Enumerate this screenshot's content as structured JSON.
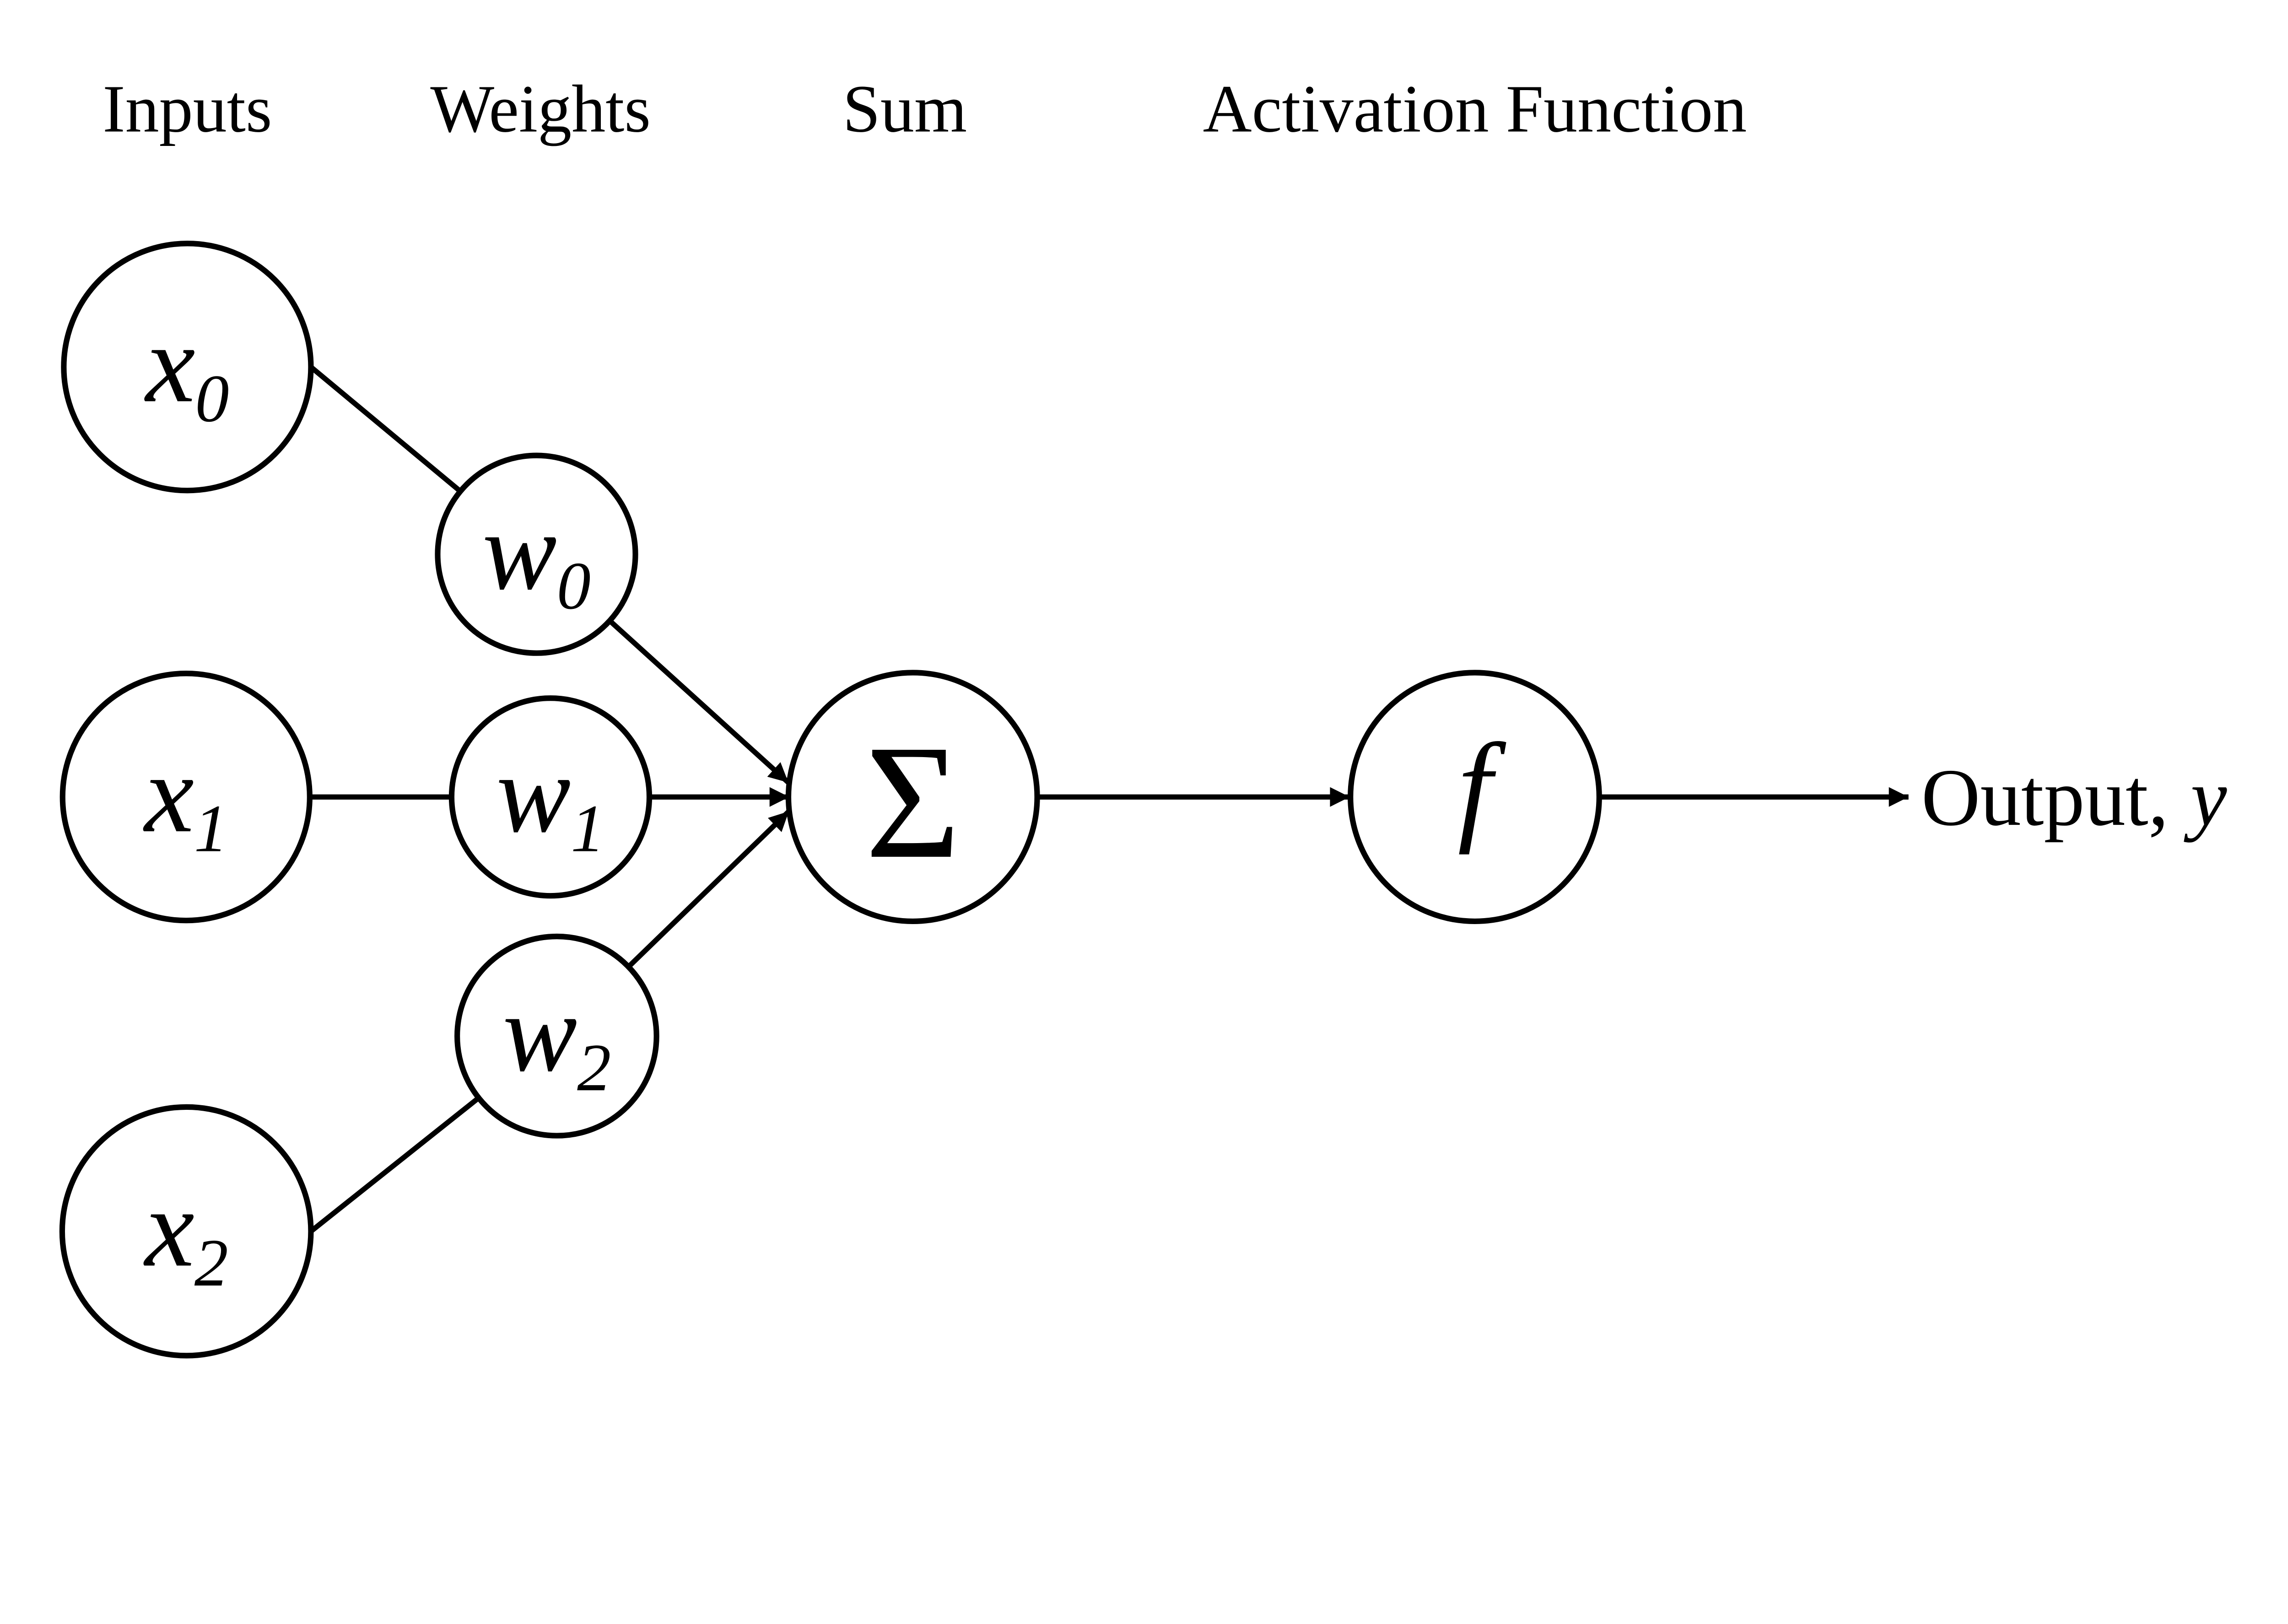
{
  "colors": {
    "ink": "#000000",
    "background": "#ffffff"
  },
  "headers": {
    "inputs": "Inputs",
    "weights": "Weights",
    "sum": "Sum",
    "activation": "Activation Function"
  },
  "nodes": {
    "x0": {
      "base": "x",
      "sub": "0"
    },
    "x1": {
      "base": "x",
      "sub": "1"
    },
    "x2": {
      "base": "x",
      "sub": "2"
    },
    "w0": {
      "base": "w",
      "sub": "0"
    },
    "w1": {
      "base": "w",
      "sub": "1"
    },
    "w2": {
      "base": "w",
      "sub": "2"
    },
    "sum": {
      "symbol": "Σ"
    },
    "activation": {
      "symbol": "f"
    }
  },
  "output": {
    "label": "Output,",
    "variable": "y"
  }
}
